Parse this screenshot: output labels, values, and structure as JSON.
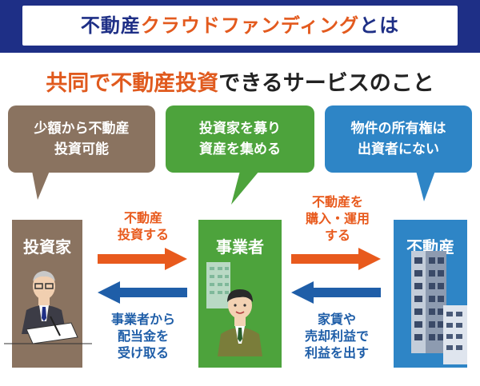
{
  "header": {
    "title_main": "不動産",
    "title_kata": "クラウドファンディング",
    "title_suffix": "とは"
  },
  "subtitle": {
    "accent": "共同で不動産投資",
    "rest": "できるサービスのこと"
  },
  "bubbles": [
    {
      "line1": "少額から不動産",
      "line2": "投資可能"
    },
    {
      "line1": "投資家を募り",
      "line2": "資産を集める"
    },
    {
      "line1": "物件の所有権は",
      "line2": "出資者にない"
    }
  ],
  "entities": {
    "investor": "投資家",
    "operator": "事業者",
    "real_estate": "不動産"
  },
  "flows": {
    "investor_to_operator": [
      "不動産",
      "投資する"
    ],
    "operator_to_investor": [
      "事業者から",
      "配当金を",
      "受け取る"
    ],
    "operator_to_property": [
      "不動産を",
      "購入・運用",
      "する"
    ],
    "property_to_operator": [
      "家賃や",
      "売却利益で",
      "利益を出す"
    ]
  },
  "colors": {
    "navy": "#1e2f86",
    "orange": "#e85a1d",
    "blue_text": "#1f5ea8",
    "brown": "#8a7360",
    "green": "#4da33c",
    "sky": "#2e85c6"
  }
}
